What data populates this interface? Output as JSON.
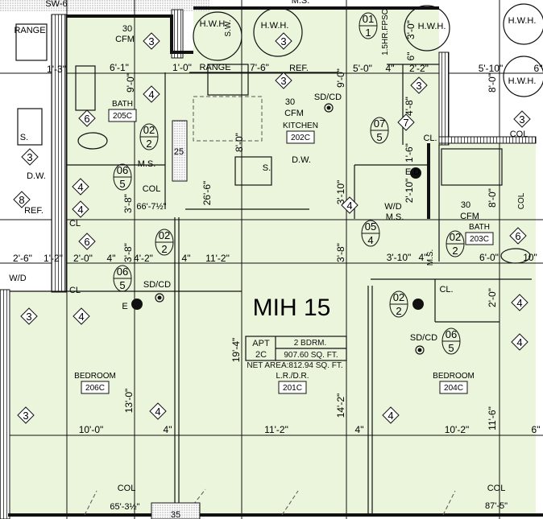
{
  "title": "MIH 15",
  "apartment": {
    "apt_label": "APT",
    "apt_number": "2C",
    "type": "2 BDRM.",
    "gross_area": "907.60 SQ. FT.",
    "net_area": "NET AREA:812.94 SQ. FT."
  },
  "colors": {
    "floor_fill": "#eaf5dc",
    "line": "#111111",
    "background": "#ffffff"
  },
  "rooms": [
    {
      "name": "BATH",
      "number": "205C"
    },
    {
      "name": "KITCHEN",
      "number": "202C"
    },
    {
      "name": "BATH",
      "number": "203C"
    },
    {
      "name": "BEDROOM",
      "number": "206C"
    },
    {
      "name": "L.R./D.R.",
      "number": "201C"
    },
    {
      "name": "BEDROOM",
      "number": "204C"
    }
  ],
  "dims_h": [
    "6'-1\"",
    "1'-0\"",
    "7'-6\"",
    "5'-0\"",
    "4\"",
    "2'-2\"",
    "5'-10\"",
    "6\"",
    "1'-3\"",
    "2'-6\"",
    "1'-2\"",
    "2'-0\"",
    "4\"",
    "4'-2\"",
    "4\"",
    "11'-2\"",
    "3'-10\"",
    "4\"",
    "6'-0\"",
    "10\"",
    "10'-0\"",
    "4\"",
    "11'-2\"",
    "4\"",
    "10'-2\"",
    "6\""
  ],
  "dims_v": [
    "9'-0\"",
    "8'-0\"",
    "3'-8\"",
    "3'-8\"",
    "9'-0\"",
    "3'-10\"",
    "3'-8\"",
    "4'-8\"",
    "1'-6\"",
    "2'-10\"",
    "8'-0\"",
    "8'-0\"",
    "3'-0\"",
    "6\"",
    "19'-4\"",
    "13'-0\"",
    "14'-2\"",
    "11'-6\"",
    "2'-0\"",
    "26'-6\""
  ],
  "labels": [
    "RANGE",
    "RANGE",
    "REF.",
    "REF.",
    "D.W.",
    "D.W.",
    "H.W.H.",
    "H.W.H.",
    "H.W.H.",
    "H.W.H.",
    "H.W.H.",
    "SD/CD",
    "SD/CD",
    "SD/CD",
    "30",
    "CFM",
    "30",
    "CFM",
    "30",
    "CFM",
    "M.S.",
    "M.S.",
    "M.S.",
    "COL",
    "COL",
    "COL",
    "COL",
    "CL",
    "CL",
    "CL.",
    "CL.",
    "W/D",
    "W/D",
    "E.D",
    "E",
    "66'-7½\"",
    "65'-3½\"",
    "87'-5\"",
    "SW-6",
    "25",
    "35",
    "S.",
    "S."
  ],
  "labels_v": [
    "S.W.",
    "1.5HR.FPSC",
    "M.S.",
    "COL"
  ],
  "tags": [
    "3",
    "4",
    "6",
    "3",
    "8",
    "4",
    "4",
    "6",
    "3",
    "3",
    "3",
    "7",
    "4",
    "3",
    "6",
    "3",
    "4",
    "3",
    "4",
    "4",
    "4",
    "4"
  ],
  "doors": [
    {
      "num": "02",
      "type": "2"
    },
    {
      "num": "06",
      "type": "5"
    },
    {
      "num": "02",
      "type": "2"
    },
    {
      "num": "01",
      "type": "1"
    },
    {
      "num": "07",
      "type": "5"
    },
    {
      "num": "05",
      "type": "4"
    },
    {
      "num": "02",
      "type": "2"
    },
    {
      "num": "06",
      "type": "5"
    },
    {
      "num": "02",
      "type": "2"
    },
    {
      "num": "06",
      "type": "5"
    }
  ]
}
